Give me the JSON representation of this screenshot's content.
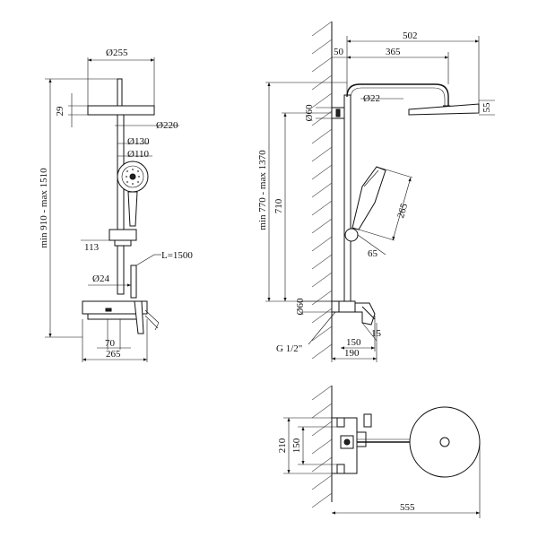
{
  "front_view": {
    "dim_head_diameter": "Ø255",
    "dim_head_thickness": "29",
    "dim_arm_diameter": "Ø220",
    "dim_hand_outer": "Ø130",
    "dim_hand_inner": "Ø110",
    "dim_holder": "113",
    "dim_hose": "L=1500",
    "dim_pipe": "Ø24",
    "dim_handle": "70",
    "dim_body_width": "265",
    "dim_total_height": "min 910 - max 1510"
  },
  "side_view": {
    "dim_arm_total": "502",
    "dim_wall_offset": "50",
    "dim_arm_length": "365",
    "dim_arm_pipe": "Ø22",
    "dim_head_height": "55",
    "dim_bracket": "Ø60",
    "dim_height_range": "min 770 - max 1370",
    "dim_pipe_height": "710",
    "dim_hand_length": "265",
    "dim_hand_holder": "65",
    "dim_base_bracket": "Ø60",
    "dim_thread": "G 1/2\"",
    "dim_spout": "150",
    "dim_spout_height": "15",
    "dim_body_depth": "190"
  },
  "top_view": {
    "dim_width": "210",
    "dim_center": "150",
    "dim_length": "555"
  }
}
